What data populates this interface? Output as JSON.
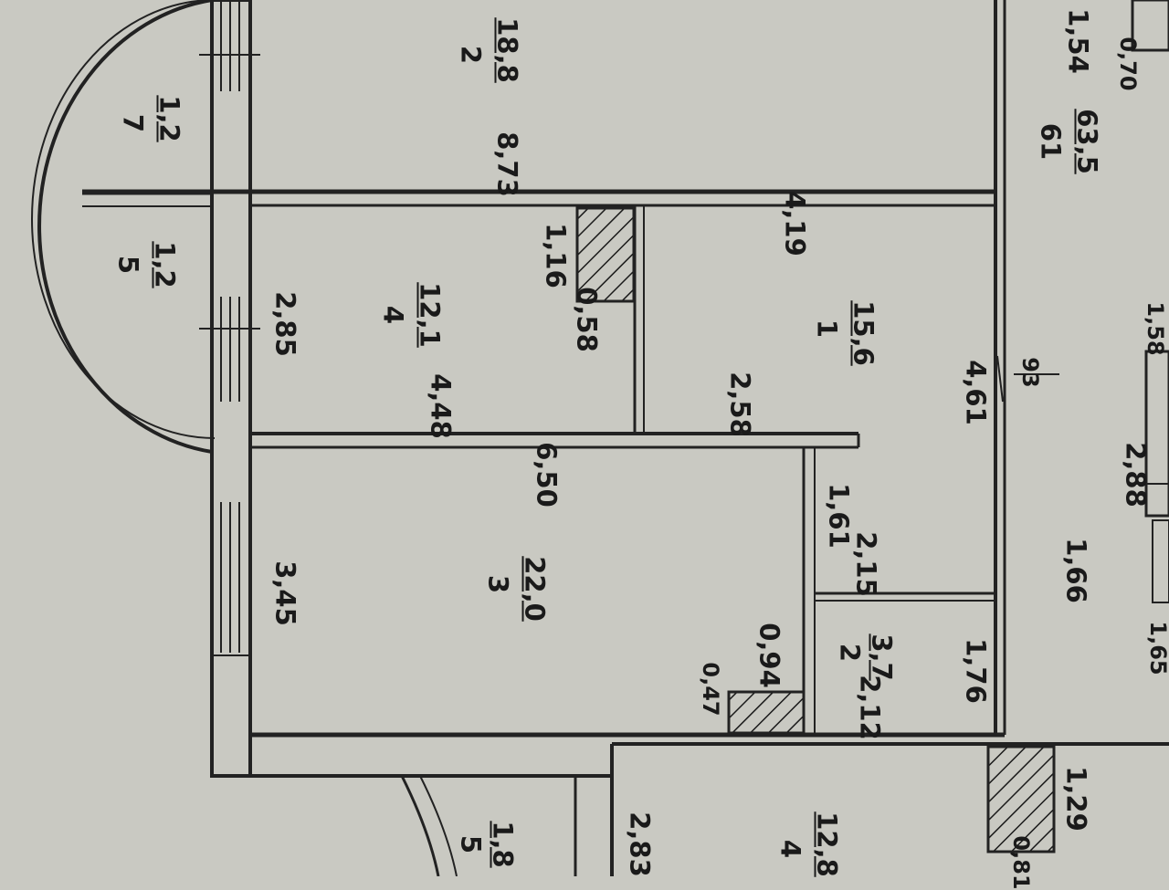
{
  "rooms": [
    {
      "number": "1",
      "area": "15,6"
    },
    {
      "number": "2",
      "area": "3,7"
    },
    {
      "number": "3",
      "area": "22,0"
    },
    {
      "number": "4",
      "area": "12,1"
    },
    {
      "number": "5",
      "area": "1,2"
    },
    {
      "number": "7",
      "area": "1,2"
    },
    {
      "number": "2",
      "area": "18,8"
    },
    {
      "number": "61",
      "area": "63,5"
    },
    {
      "number": "5",
      "area": "1,8"
    },
    {
      "number": "4",
      "area": "12,8"
    }
  ],
  "dimensions": [
    "8,73",
    "4,19",
    "1,16",
    "0,58",
    "2,85",
    "4,48",
    "2,58",
    "6,50",
    "3,45",
    "1,61",
    "2,15",
    "0,94",
    "0,47",
    "2,12",
    "1,76",
    "4,61",
    "93",
    "2,88",
    "1,66",
    "1,54",
    "0,70",
    "1,29",
    "0,81",
    "2,83",
    "1,58",
    "1,65"
  ]
}
